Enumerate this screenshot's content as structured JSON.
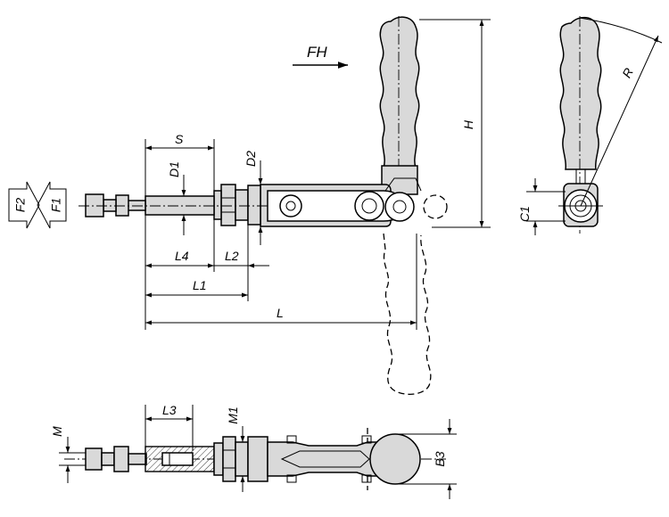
{
  "labels": {
    "fh": "FH",
    "h": "H",
    "r": "R",
    "s": "S",
    "d1": "D1",
    "d2": "D2",
    "c1": "C1",
    "f1": "F1",
    "f2": "F2",
    "l": "L",
    "l1": "L1",
    "l2": "L2",
    "l3": "L3",
    "l4": "L4",
    "m": "M",
    "m1": "M1",
    "b3": "B3"
  }
}
